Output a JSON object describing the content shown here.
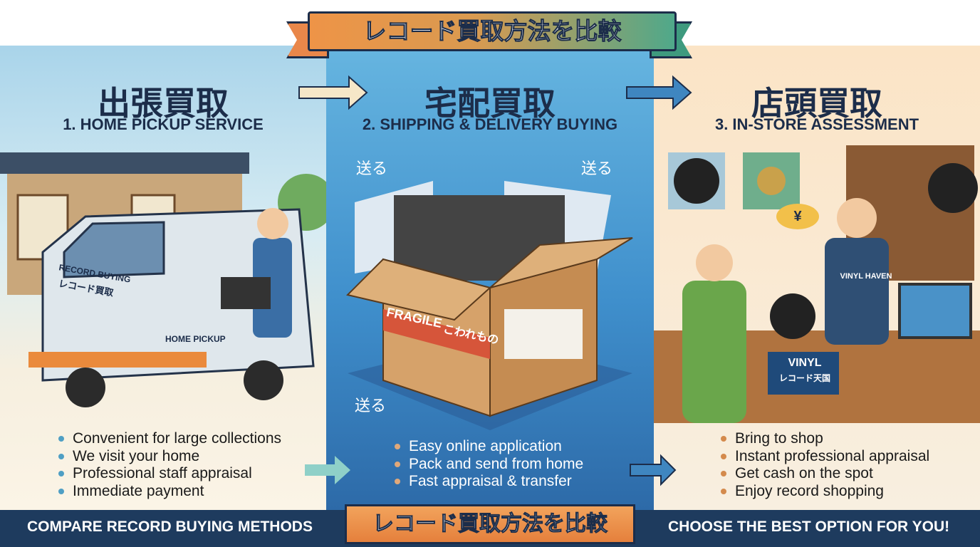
{
  "header": {
    "banner": "レコード買取方法を比較"
  },
  "columns": [
    {
      "title": "出張買取",
      "subtitle": "1. HOME PICKUP SERVICE",
      "bullets": [
        "Convenient for large collections",
        "We visit your home",
        "Professional staff appraisal",
        "Immediate payment"
      ],
      "illustration": {
        "van_text_1": "RECORD BUYING",
        "van_text_2": "レコード買取",
        "van_side": "HOME PICKUP"
      }
    },
    {
      "title": "宅配買取",
      "subtitle": "2. SHIPPING & DELIVERY BUYING",
      "bullets": [
        "Easy online application",
        "Pack and send from home",
        "Fast appraisal & transfer"
      ],
      "illustration": {
        "send": "送る",
        "fragile": "FRAGILE",
        "fragile_jp": "こわれもの"
      }
    },
    {
      "title": "店頭買取",
      "subtitle": "3. IN-STORE ASSESSMENT",
      "bullets": [
        "Bring to shop",
        "Instant professional appraisal",
        "Get cash on the spot",
        "Enjoy record shopping"
      ],
      "illustration": {
        "apron": "VINYL HAVEN",
        "counter_sign_1": "VINYL",
        "counter_sign_2": "レコード天国",
        "yen": "¥"
      }
    }
  ],
  "footer": {
    "left": "COMPARE RECORD BUYING METHODS",
    "center": "レコード買取方法を比較",
    "right": "CHOOSE THE BEST OPTION FOR YOU!"
  },
  "colors": {
    "navy": "#1e3b5e",
    "orange": "#e9874a",
    "blue": "#3f8fcc",
    "cream": "#fbf4e6"
  }
}
